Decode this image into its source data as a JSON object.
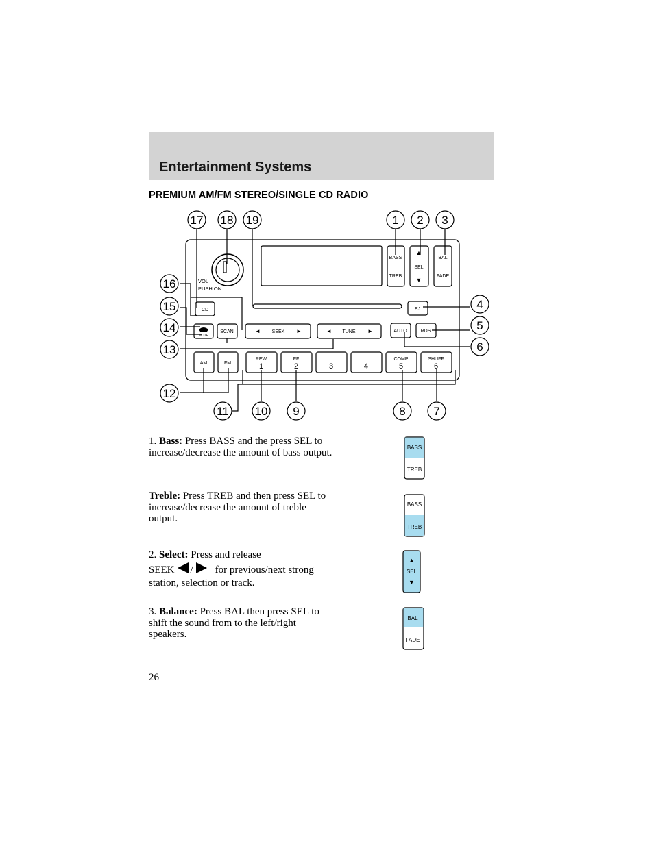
{
  "header": {
    "title": "Entertainment Systems"
  },
  "section_title": "PREMIUM AM/FM STEREO/SINGLE CD RADIO",
  "radio": {
    "vol_label_1": "VOL",
    "vol_label_2": "PUSH ON",
    "bass": "BASS",
    "treb": "TREB",
    "sel": "SEL",
    "up_arrow": "▲",
    "down_arrow": "▼",
    "bal": "BAL",
    "fade": "FADE",
    "cd": "CD",
    "ej": "EJ",
    "mute": "MUTE",
    "scan": "SCAN",
    "seek": "SEEK",
    "tune": "TUNE",
    "left_arrow": "◄",
    "right_arrow": "►",
    "auto": "AUTO",
    "rds": "RDS",
    "am": "AM",
    "fm": "FM",
    "presets": [
      {
        "top": "REW",
        "num": "1"
      },
      {
        "top": "FF",
        "num": "2"
      },
      {
        "top": "",
        "num": "3"
      },
      {
        "top": "",
        "num": "4"
      },
      {
        "top": "COMP",
        "num": "5"
      },
      {
        "top": "SHUFF",
        "num": "6"
      }
    ]
  },
  "callouts": [
    "1",
    "2",
    "3",
    "4",
    "5",
    "6",
    "7",
    "8",
    "9",
    "10",
    "11",
    "12",
    "13",
    "14",
    "15",
    "16",
    "17",
    "18",
    "19"
  ],
  "descriptions": {
    "bass": {
      "prefix": "1. ",
      "term": "Bass:",
      "text": " Press BASS and the press SEL to increase/decrease the amount of bass output."
    },
    "treble": {
      "term": "Treble:",
      "text": " Press TREB and then press SEL to increase/decrease the amount of treble output."
    },
    "select": {
      "prefix": "2. ",
      "term": "Select:",
      "text_1": " Press and release",
      "text_2": "SEEK",
      "text_3": "/",
      "text_4": "for previous/next strong station, selection or track."
    },
    "balance": {
      "prefix": "3. ",
      "term": "Balance:",
      "text": " Press BAL then press SEL to shift the sound from to the left/right speakers."
    }
  },
  "highlight_color": "#a8dcef",
  "page_number": "26"
}
